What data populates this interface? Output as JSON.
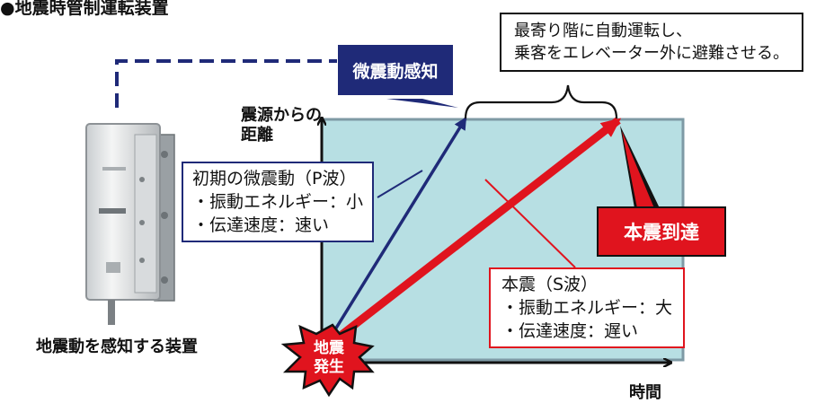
{
  "title": "●地震時管制運転装置",
  "callout_top": {
    "line1": "最寄り階に自動運転し、",
    "line2": "乗客をエレベーター外に避難させる。"
  },
  "tag_detect": "微震動感知",
  "tag_main_arrival": "本震到達",
  "axis_y_label": {
    "line1": "震源からの",
    "line2": "距離"
  },
  "axis_x_label": "時間",
  "p_wave": {
    "title": "初期の微震動（P波）",
    "line_energy": "・振動エネルギー：小",
    "line_speed": "・伝達速度：速い"
  },
  "s_wave": {
    "title": "本震（S波）",
    "line_energy": "・振動エネルギー：大",
    "line_speed": "・伝達速度：遅い"
  },
  "quake": {
    "line1": "地震",
    "line2": "発生"
  },
  "device_label": "地震動を感知する装置",
  "colors": {
    "navy": "#1f2a78",
    "red": "#e0141e",
    "panel": "#b7dfe3",
    "panel_border": "#7e9aa5"
  }
}
